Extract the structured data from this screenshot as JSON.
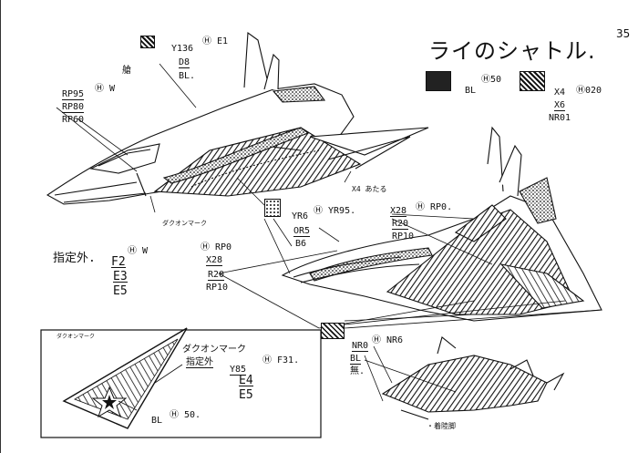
{
  "title": "ライのシャトル.",
  "page_number": "35",
  "palette": [
    {
      "swatch": "dark-hatched",
      "codes": [
        "BL"
      ],
      "mark": "Ⓗ50"
    },
    {
      "swatch": "light-hatched",
      "codes": [
        "X4",
        "X6",
        "NR01"
      ],
      "mark": "Ⓗ020"
    }
  ],
  "callouts": {
    "top_code": "Y136",
    "top_mark": "Ⓗ E1",
    "top_a": "D8",
    "top_b": "BL.",
    "side_kanji": "艙",
    "left_a": "RP95",
    "left_a_mark": "Ⓗ W",
    "left_b": "RP80",
    "left_c": "RP60",
    "arrow_note": "X4 あたる",
    "cockpit_code": "YR6",
    "cockpit_mark": "Ⓗ YR95.",
    "cockpit_a": "OR5",
    "cockpit_b": "B6",
    "right_a": "X28",
    "right_a_mark": "Ⓗ RP0.",
    "right_b": "R20",
    "right_c": "RP10",
    "mark_pointer": "ダクオンマーク",
    "shitei_label": "指定外.",
    "shitei_a": "F2",
    "shitei_mark": "Ⓗ W",
    "shitei_b": "E3",
    "shitei_c": "E5",
    "mid_mark": "Ⓗ RP0",
    "mid_a": "X28",
    "mid_b": "R20",
    "mid_c": "RP10",
    "bottom_code": "NR0",
    "bottom_mark": "Ⓗ NR6",
    "bottom_a": "BL",
    "bottom_b": "無.",
    "underside_note": "・着陸脚",
    "inset_header": "ダクオンマーク",
    "inset_title": "ダクオンマーク",
    "inset_sub": "指定外",
    "inset_mark": "Ⓗ F31.",
    "inset_a": "Y85",
    "inset_b": "E4",
    "inset_c": "E5",
    "inset_bl": "BL",
    "inset_bl_mark": "Ⓗ 50."
  }
}
